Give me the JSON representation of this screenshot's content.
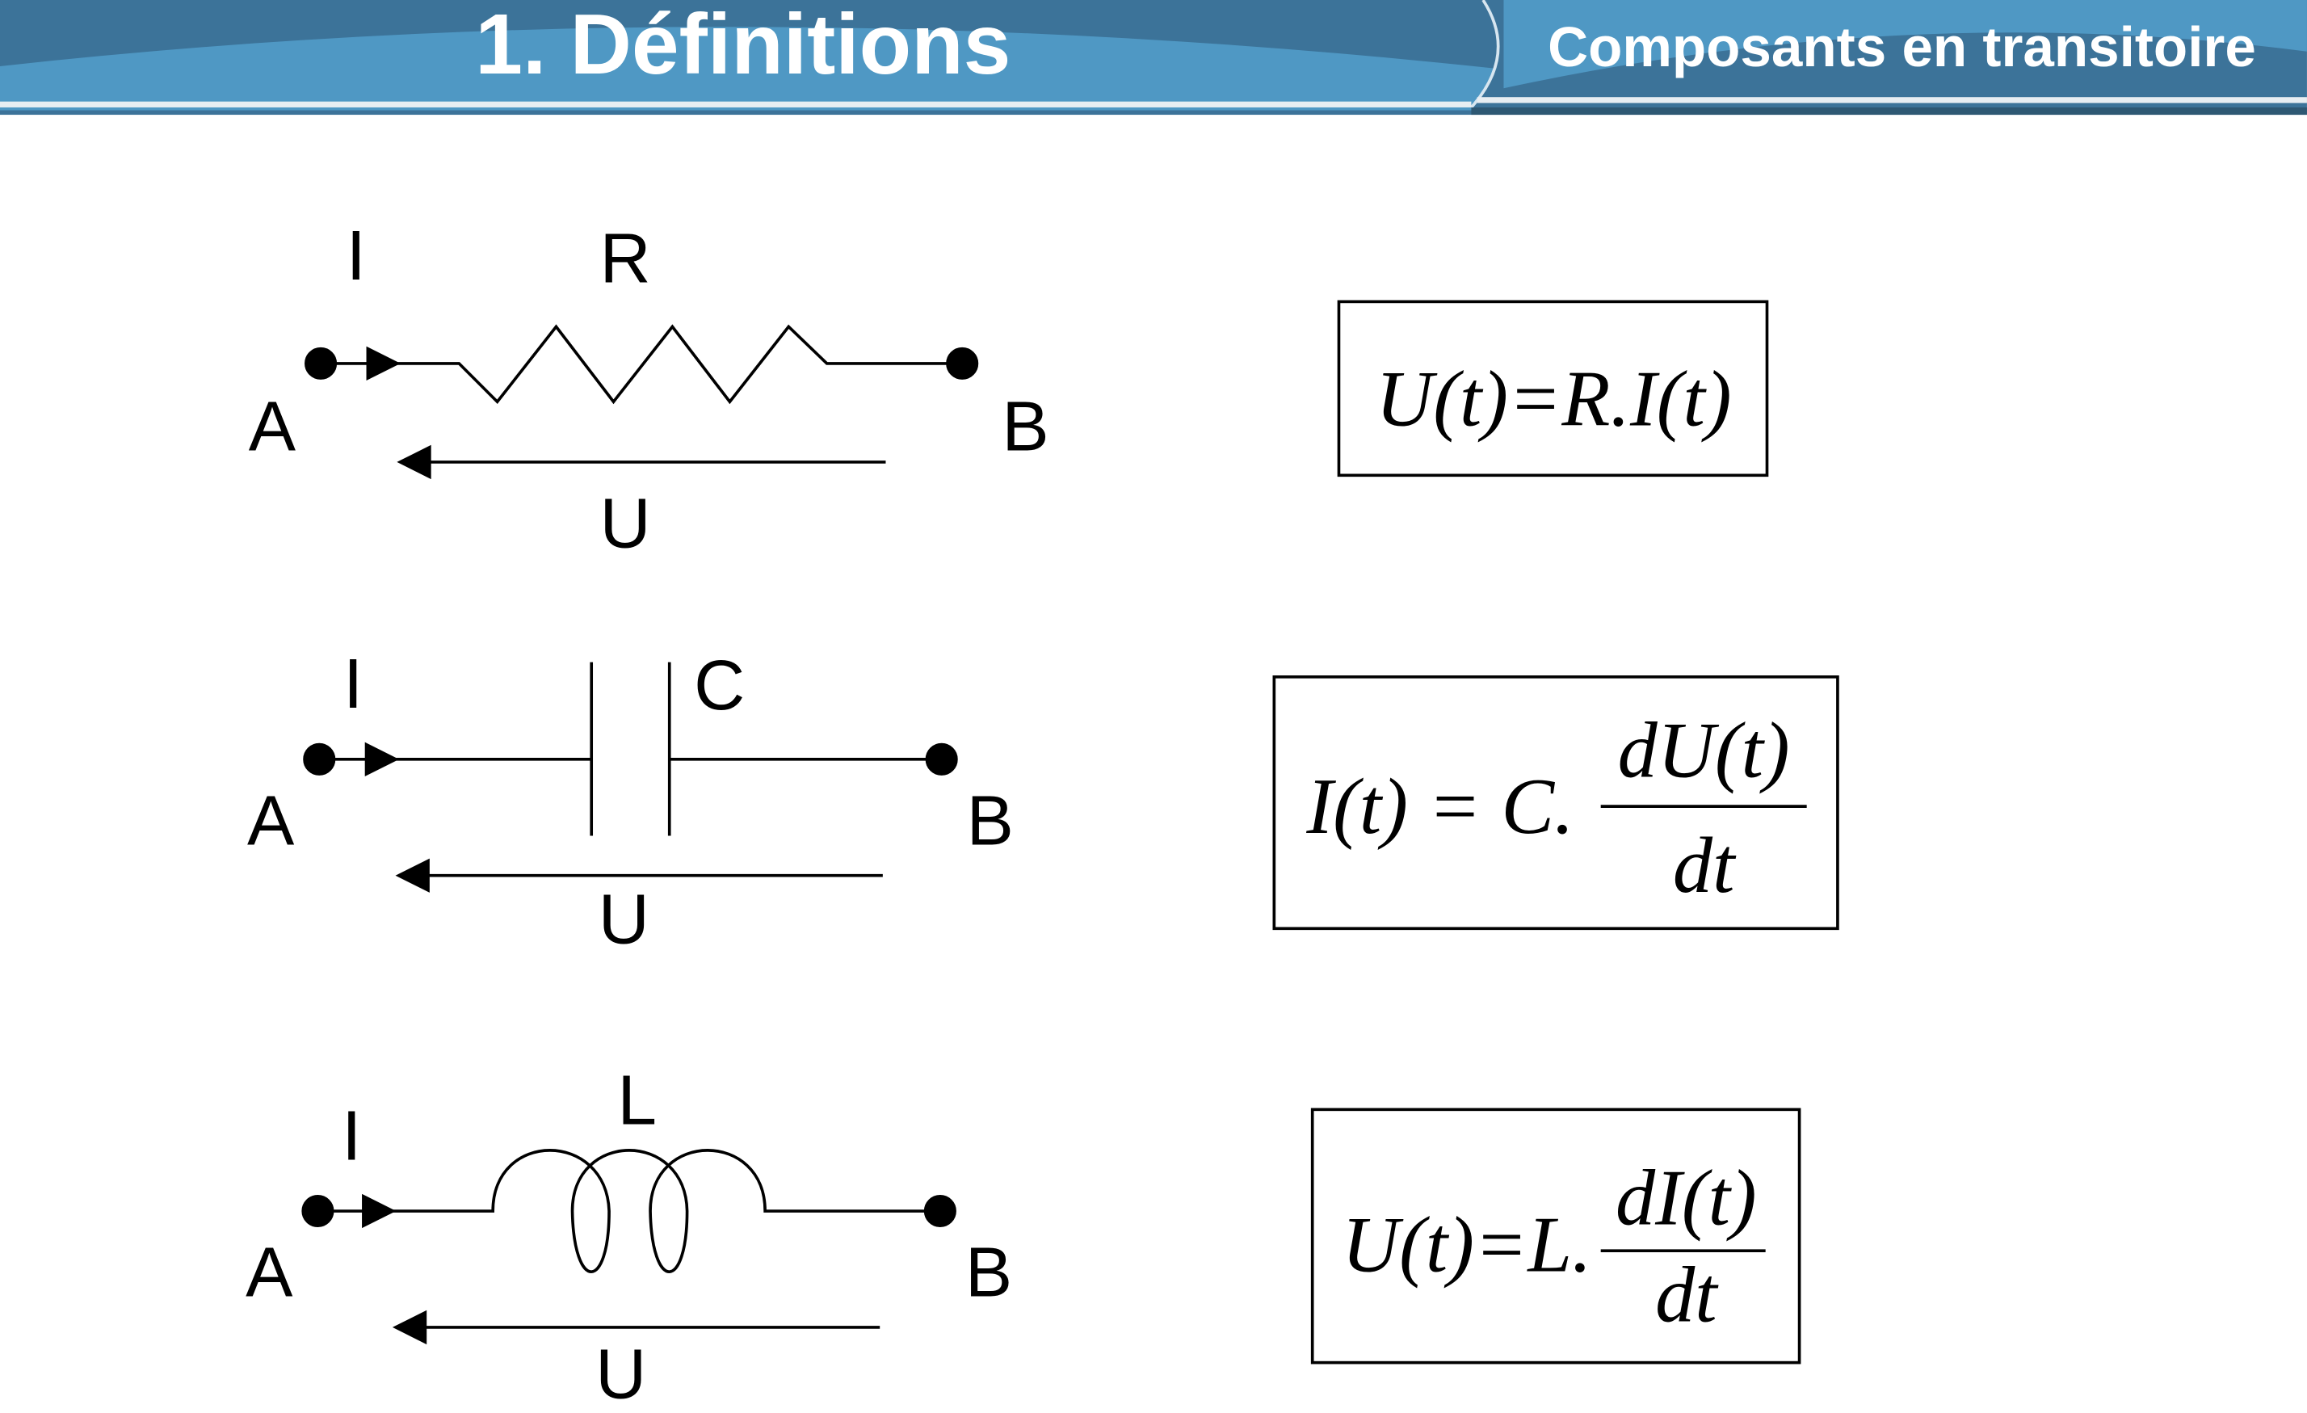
{
  "header": {
    "title": "1. Définitions",
    "subtitle": "Composants en transitoire",
    "colors": {
      "dark": "#3c7399",
      "light": "#4f98c4",
      "stripe": "#e8eef2"
    }
  },
  "circuits": [
    {
      "component": "R",
      "current": "I",
      "voltage": "U",
      "node_a": "A",
      "node_b": "B",
      "formula": {
        "text": "U(t)=R.I(t)"
      }
    },
    {
      "component": "C",
      "current": "I",
      "voltage": "U",
      "node_a": "A",
      "node_b": "B",
      "formula": {
        "lhs": "I(t) = C.",
        "numerator": "dU(t)",
        "denominator": "dt"
      }
    },
    {
      "component": "L",
      "current": "I",
      "voltage": "U",
      "node_a": "A",
      "node_b": "B",
      "formula": {
        "lhs": "U(t)=L.",
        "numerator": "dI(t)",
        "denominator": "dt"
      }
    }
  ]
}
